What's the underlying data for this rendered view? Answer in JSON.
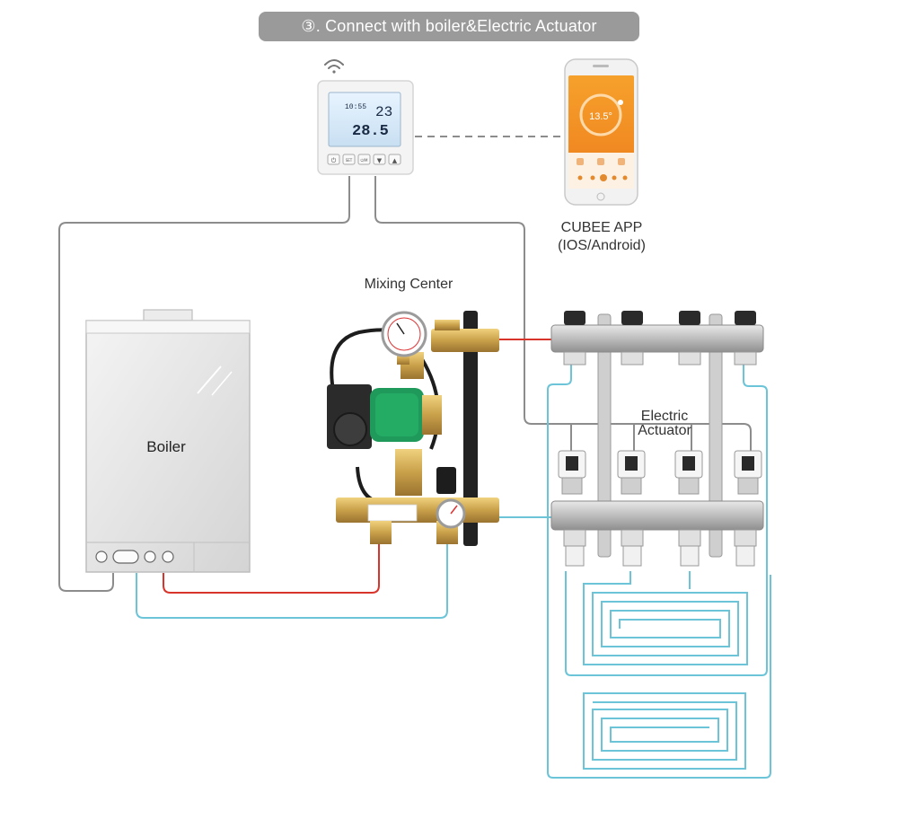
{
  "header": {
    "title": "③. Connect with boiler&Electric Actuator"
  },
  "thermostat": {
    "time": "10:55",
    "room_temp": "23",
    "set_temp": "28.5",
    "buttons": [
      "⏻",
      "SET",
      "⏻/M",
      "▼",
      "▲"
    ]
  },
  "phone": {
    "display_temp": "13.5°"
  },
  "labels": {
    "app_name": "CUBEE APP",
    "app_platform": "(IOS/Android)",
    "mixing_center": "Mixing Center",
    "boiler": "Boiler",
    "actuator_line1": "Electric",
    "actuator_line2": "Actuator"
  },
  "colors": {
    "hot_pipe": "#d9342b",
    "cold_pipe": "#6cc4d8",
    "signal_wire": "#8c8c8c",
    "pump_green": "#1f9a5a",
    "brass": "#c9a04a"
  }
}
